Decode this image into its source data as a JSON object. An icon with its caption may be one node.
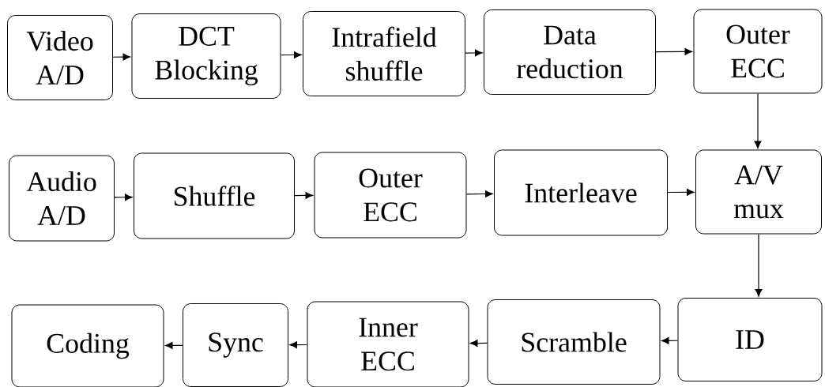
{
  "diagram": {
    "nodes": [
      {
        "text": [
          "Video A/D"
        ]
      },
      {
        "text": [
          "DCT Blocking"
        ]
      },
      {
        "text": [
          "Intrafield shuffle"
        ]
      },
      {
        "text": [
          "Data reduction"
        ]
      },
      {
        "text": [
          "Outer ECC"
        ]
      },
      {
        "text": [
          "Audio A/D"
        ]
      },
      {
        "text": [
          "Shuffle"
        ]
      },
      {
        "text": [
          "Outer ECC"
        ]
      },
      {
        "text": [
          "Interleave"
        ]
      },
      {
        "text": [
          "A/V mux"
        ]
      },
      {
        "text": [
          "Coding"
        ]
      },
      {
        "text": [
          "Sync"
        ]
      },
      {
        "text": [
          "Inner ECC"
        ]
      },
      {
        "text": [
          "Scramble"
        ]
      },
      {
        "text": [
          "ID"
        ]
      }
    ],
    "edges": [
      {
        "from": 0,
        "to": 1,
        "arrow": "to"
      },
      {
        "from": 1,
        "to": 2,
        "arrow": "to"
      },
      {
        "from": 2,
        "to": 3,
        "arrow": "to"
      },
      {
        "from": 3,
        "to": 4,
        "arrow": "to"
      },
      {
        "from": 4,
        "to": 9,
        "arrow": "to"
      },
      {
        "from": 5,
        "to": 6,
        "arrow": "to"
      },
      {
        "from": 6,
        "to": 7,
        "arrow": "to"
      },
      {
        "from": 7,
        "to": 8,
        "arrow": "to"
      },
      {
        "from": 8,
        "to": 9,
        "arrow": "to"
      },
      {
        "from": 9,
        "to": 14,
        "arrow": "to"
      },
      {
        "from": 14,
        "to": 13,
        "arrow": "to"
      },
      {
        "from": 13,
        "to": 12,
        "arrow": "to"
      },
      {
        "from": 12,
        "to": 11,
        "arrow": "to"
      },
      {
        "from": 11,
        "to": 10,
        "arrow": "to"
      }
    ]
  }
}
